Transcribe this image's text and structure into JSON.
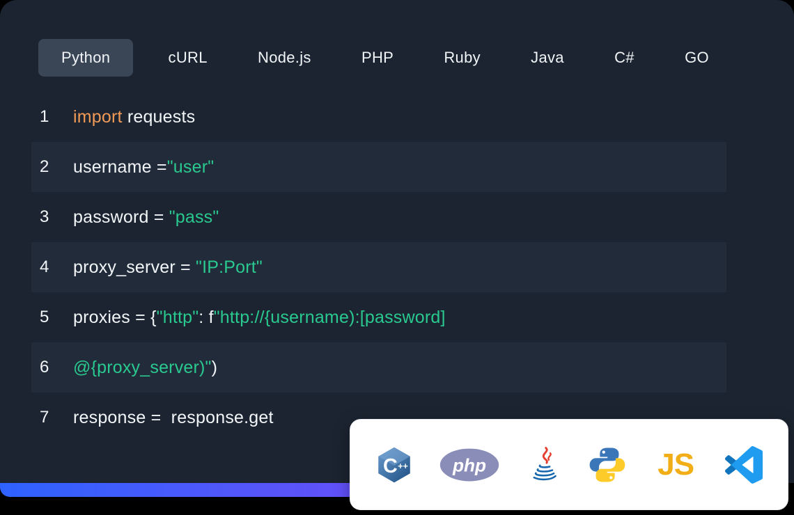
{
  "tabs": {
    "items": [
      {
        "label": "Python",
        "active": true
      },
      {
        "label": "cURL",
        "active": false
      },
      {
        "label": "Node.js",
        "active": false
      },
      {
        "label": "PHP",
        "active": false
      },
      {
        "label": "Ruby",
        "active": false
      },
      {
        "label": "Java",
        "active": false
      },
      {
        "label": "C#",
        "active": false
      },
      {
        "label": "GO",
        "active": false
      }
    ]
  },
  "code": {
    "lines": [
      {
        "num": "1",
        "highlighted": false,
        "tokens": [
          {
            "text": "import",
            "type": "keyword"
          },
          {
            "text": " requests",
            "type": "plain"
          }
        ]
      },
      {
        "num": "2",
        "highlighted": true,
        "tokens": [
          {
            "text": "username =",
            "type": "plain"
          },
          {
            "text": "\"user\"",
            "type": "string"
          }
        ]
      },
      {
        "num": "3",
        "highlighted": false,
        "tokens": [
          {
            "text": "password = ",
            "type": "plain"
          },
          {
            "text": "\"pass\"",
            "type": "string"
          }
        ]
      },
      {
        "num": "4",
        "highlighted": true,
        "tokens": [
          {
            "text": "proxy_server = ",
            "type": "plain"
          },
          {
            "text": "\"IP:Port\"",
            "type": "string"
          }
        ]
      },
      {
        "num": "5",
        "highlighted": false,
        "tokens": [
          {
            "text": "proxies = {",
            "type": "plain"
          },
          {
            "text": "\"http\"",
            "type": "string"
          },
          {
            "text": ": f",
            "type": "plain"
          },
          {
            "text": "\"http://{username):[password]",
            "type": "string"
          }
        ]
      },
      {
        "num": "6",
        "highlighted": true,
        "tokens": [
          {
            "text": "@{proxy_server)\"",
            "type": "string"
          },
          {
            "text": ")",
            "type": "plain"
          }
        ]
      },
      {
        "num": "7",
        "highlighted": false,
        "tokens": [
          {
            "text": "response =  response.get",
            "type": "plain"
          }
        ]
      }
    ]
  },
  "icon_card": {
    "icons": [
      {
        "name": "cpp-icon",
        "label": "C"
      },
      {
        "name": "cpp-plus-label",
        "label": "++"
      },
      {
        "name": "php-icon",
        "label": "php"
      },
      {
        "name": "java-icon"
      },
      {
        "name": "python-icon"
      },
      {
        "name": "js-icon",
        "label": "JS"
      },
      {
        "name": "vscode-icon"
      }
    ]
  },
  "colors": {
    "panel_bg": "#1c2431",
    "active_tab_bg": "#3a4556",
    "row_highlight": "#222b39",
    "text": "#f2f5f8",
    "keyword": "#f09a56",
    "string": "#29c98f",
    "gradient_start": "#2e62fe",
    "gradient_end": "#a43bf3"
  }
}
